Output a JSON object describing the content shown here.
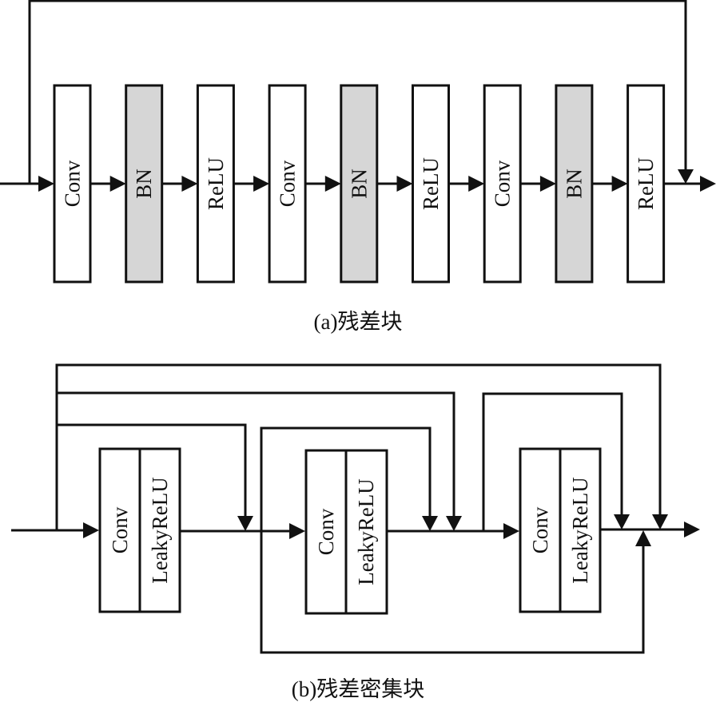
{
  "colors": {
    "stroke": "#111111",
    "bn_fill": "#d6d6d6",
    "box_fill": "#ffffff",
    "background": "#ffffff"
  },
  "panel_a": {
    "caption": "(a)残差块",
    "blocks": [
      {
        "label": "Conv",
        "type": "conv"
      },
      {
        "label": "BN",
        "type": "bn"
      },
      {
        "label": "ReLU",
        "type": "relu"
      },
      {
        "label": "Conv",
        "type": "conv"
      },
      {
        "label": "BN",
        "type": "bn"
      },
      {
        "label": "ReLU",
        "type": "relu"
      },
      {
        "label": "Conv",
        "type": "conv"
      },
      {
        "label": "BN",
        "type": "bn"
      },
      {
        "label": "ReLU",
        "type": "relu"
      }
    ],
    "skip_connection": "input to output addition"
  },
  "panel_b": {
    "caption": "(b)残差密集块",
    "units": [
      {
        "conv": "Conv",
        "act": "LeakyReLU"
      },
      {
        "conv": "Conv",
        "act": "LeakyReLU"
      },
      {
        "conv": "Conv",
        "act": "LeakyReLU"
      }
    ],
    "dense_connections": "each unit input feeds all later merge points"
  }
}
